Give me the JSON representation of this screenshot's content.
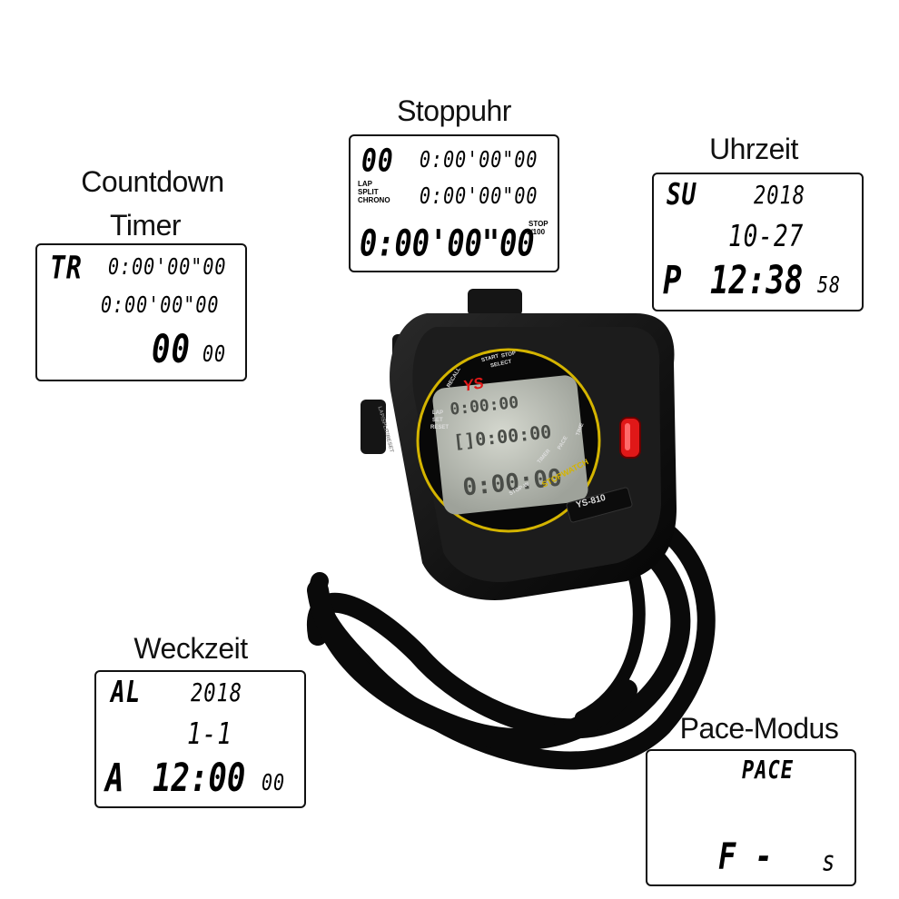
{
  "panels": {
    "stoppuhr": {
      "caption": "Stoppuhr",
      "line1_prefix": "00",
      "line1": "0:00'00\"00",
      "labels": [
        "LAP",
        "SPLIT",
        "CHRONO"
      ],
      "line2": "0:00'00\"00",
      "stop_label": "STOP",
      "stop_sub": "1/100",
      "line3": "0:00'00\"00"
    },
    "countdown": {
      "caption_line1": "Countdown",
      "caption_line2": "Timer",
      "line1_prefix": "TR",
      "line1": "0:00'00\"00",
      "line2": "0:00'00\"00",
      "line3_big": "00",
      "line3_small": "00"
    },
    "uhrzeit": {
      "caption": "Uhrzeit",
      "day": "SU",
      "year": "2018",
      "date": "10-27",
      "ampm": "P",
      "time": "12:38",
      "seconds": "58"
    },
    "weckzeit": {
      "caption": "Weckzeit",
      "mode": "AL",
      "year": "2018",
      "date": "1-1",
      "ampm": "A",
      "time": "12:00",
      "seconds": "00"
    },
    "pace": {
      "caption": "Pace-Modus",
      "title": "PACE",
      "value_left": "F -",
      "value_right": "s"
    }
  },
  "watch": {
    "brand": "YS",
    "label_stopwatch": "STOPWATCH",
    "model": "YS-810",
    "label_recall": "RECALL",
    "label_start": "START",
    "label_stop": "STOP",
    "label_select": "SELECT",
    "label_lap": "LAP",
    "label_set": "SET",
    "label_reset": "RESET",
    "mode_labels": [
      "STOP-W",
      "TIMER",
      "PACE",
      "TIME"
    ],
    "side_label": "LAP/SPLIT/RESET",
    "colors": {
      "body": "#141414",
      "lcd": "#b9bdb4",
      "ring": "#d4b400",
      "red_button": "#e01818"
    }
  }
}
